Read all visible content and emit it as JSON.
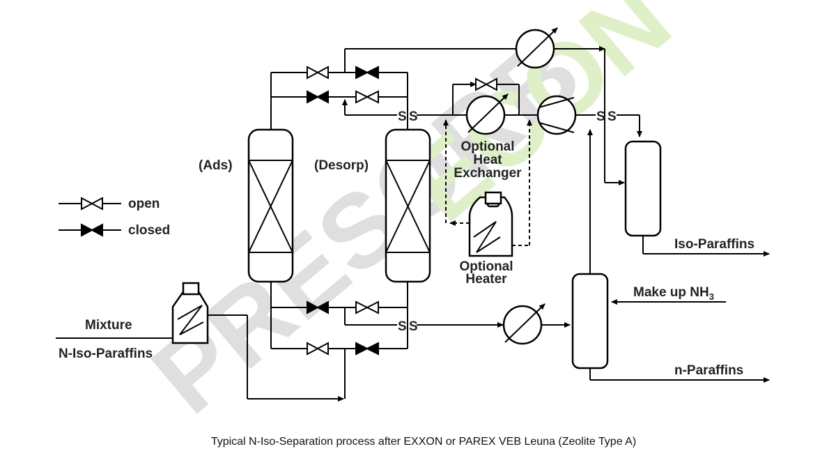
{
  "watermark": {
    "part1": "PRESORB",
    "part2": "ECON",
    "color1": "#dcdcdc",
    "color2": "#dcefc4"
  },
  "labels": {
    "ads": "(Ads)",
    "desorp": "(Desorp)",
    "open": "open",
    "closed": "closed",
    "optional_hx_1": "Optional",
    "optional_hx_2": "Heat",
    "optional_hx_3": "Exchanger",
    "optional_heater_1": "Optional",
    "optional_heater_2": "Heater",
    "mixture": "Mixture",
    "n_iso_paraffins": "N-Iso-Paraffins",
    "iso_paraffins": "Iso-Paraffins",
    "make_up": "Make up NH",
    "make_up_sub": "3",
    "n_paraffins": "n-Paraffins",
    "s_letter": "S"
  },
  "caption": "Typical N-Iso-Separation process after EXXON or PAREX VEB Leuna (Zeolite Type A)"
}
